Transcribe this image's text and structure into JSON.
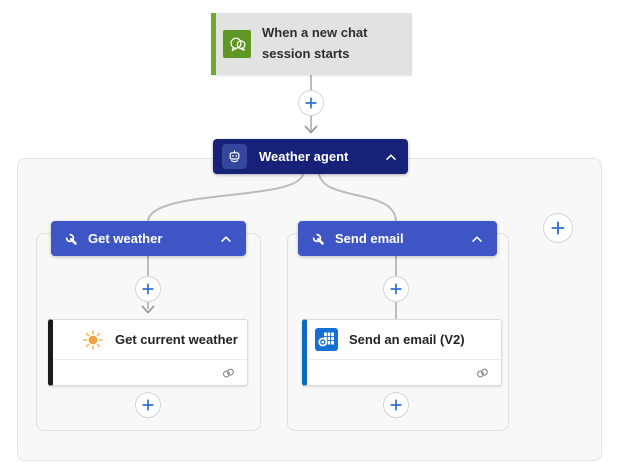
{
  "trigger": {
    "title": "When a new chat session starts",
    "icon": "chat-bubbles-icon"
  },
  "agent": {
    "label": "Weather agent",
    "icon": "bot-icon",
    "collapse_icon": "chevron-up-icon"
  },
  "tools": [
    {
      "header_label": "Get weather",
      "header_icon": "wrench-icon",
      "collapse_icon": "chevron-up-icon",
      "action": {
        "title": "Get current weather",
        "icon": "sun-icon",
        "status_icon": "connection-link-icon"
      }
    },
    {
      "header_label": "Send email",
      "header_icon": "wrench-icon",
      "collapse_icon": "chevron-up-icon",
      "action": {
        "title": "Send an email (V2)",
        "icon": "outlook-icon",
        "status_icon": "connection-link-icon"
      }
    }
  ],
  "insert_buttons": {
    "icon": "plus-icon",
    "count": 6
  },
  "colors": {
    "trigger_bg": "#e2e2e2",
    "trigger_accent_green": "#73a82c",
    "trigger_icon_green": "#5f9724",
    "agent_bg": "#16227a",
    "agent_chip": "#35469e",
    "tool_header_bg": "#3e55c5",
    "weather_action_accent": "#1b1b1b",
    "email_action_accent": "#0f6cbd",
    "outlook_chip": "#1570d6",
    "sun_orange": "#f2a33c",
    "plus_blue": "#2f6fd6",
    "connector_gray": "#bcbcbc",
    "container_bg": "#f8f8f8"
  }
}
